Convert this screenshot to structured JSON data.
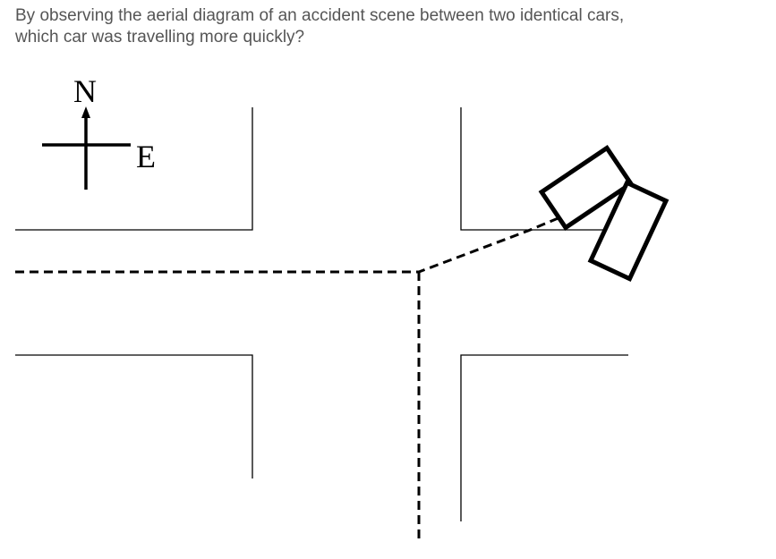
{
  "question": {
    "line1": "By observing the aerial diagram of an accident scene between two identical cars,",
    "line2": "which car was travelling more quickly?"
  },
  "compass": {
    "north_label": "N",
    "east_label": "E"
  },
  "colors": {
    "text": "#555555",
    "lines": "#000000",
    "background": "#ffffff"
  }
}
